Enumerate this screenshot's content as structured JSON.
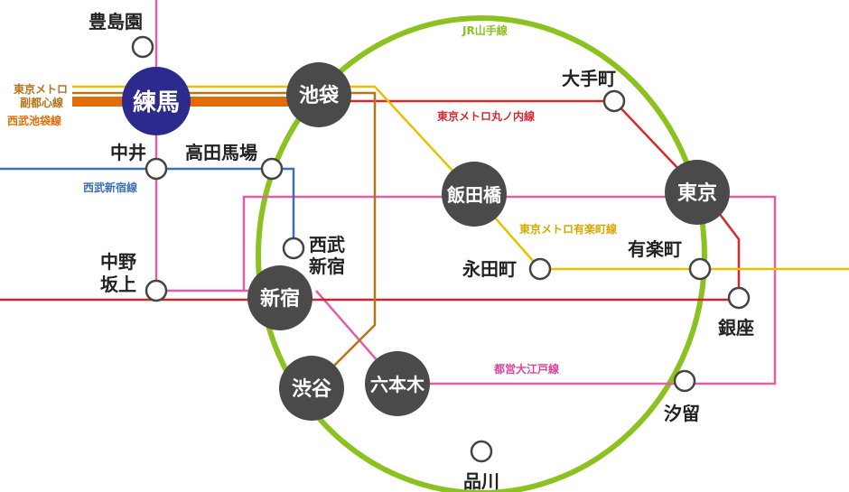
{
  "lines": {
    "yamanote": {
      "label": "JR山手線",
      "color": "#8cc220"
    },
    "marunouchi": {
      "label": "東京メトロ丸ノ内線",
      "color": "#d7282f"
    },
    "yurakucho": {
      "label": "東京メトロ有楽町線",
      "color": "#e5c100"
    },
    "oedo": {
      "label": "都営大江戸線",
      "color": "#d9449a"
    },
    "fukutoshin_label_1": "東京メトロ",
    "fukutoshin_label_2": "副都心線",
    "fukutoshin_color": "#b3741a",
    "seibu_ikebukuro": {
      "label": "西武池袋線",
      "color": "#e36c0a"
    },
    "seibu_shinjuku": {
      "label": "西武新宿線",
      "color": "#3c6fb4"
    },
    "pink_line_color": "#e05fa8",
    "red_line_color": "#c9262d"
  },
  "stations": {
    "nerima": "練馬",
    "ikebukuro": "池袋",
    "iidabashi": "飯田橋",
    "tokyo": "東京",
    "shinjuku": "新宿",
    "shibuya": "渋谷",
    "roppongi": "六本木",
    "toshimaen": "豊島園",
    "nakai": "中井",
    "takadanobaba": "高田馬場",
    "seibu_shinjuku_1": "西武",
    "seibu_shinjuku_2": "新宿",
    "nakano_sakaue_1": "中野",
    "nakano_sakaue_2": "坂上",
    "otemachi": "大手町",
    "nagatacho": "永田町",
    "yurakucho": "有楽町",
    "ginza": "銀座",
    "shiodome": "汐留",
    "shinagawa": "品川"
  },
  "colors": {
    "major_station": "#4a4a4a",
    "nerima_station": "#2d2a8e",
    "station_outline": "#444444"
  }
}
